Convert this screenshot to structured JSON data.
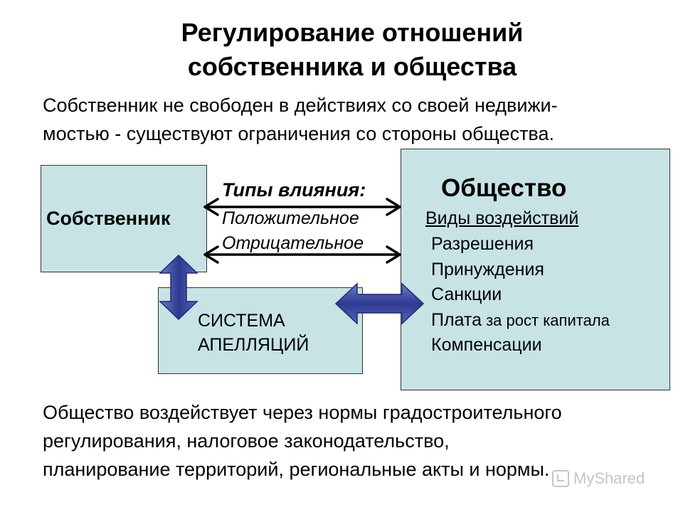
{
  "title": {
    "line1": "Регулирование  отношений",
    "line2": "собственника и общества"
  },
  "intro": {
    "line1": "Собственник не свободен в действиях со своей недвижи-",
    "line2": "мостью - существуют ограничения со стороны общества."
  },
  "owner_box": {
    "label": "Собственник"
  },
  "influence": {
    "title": "Типы влияния:",
    "items": [
      "Положительное",
      "Отрицательное"
    ]
  },
  "appeals_box": {
    "line1": "СИСТЕМА",
    "line2": "АПЕЛЛЯЦИЙ"
  },
  "society_box": {
    "title": "Общество",
    "subtitle": "Виды воздействий",
    "items": [
      "Разрешения",
      "Принуждения",
      "Санкции"
    ],
    "capital_prefix": "Плата",
    "capital_suffix": " за рост капитала",
    "last_item": "Компенсации"
  },
  "conclusion": {
    "line1": "Общество воздействует через нормы градостроительного",
    "line2": "регулирования,  налоговое  законодательство,",
    "line3": "планирование территорий, региональные акты и нормы."
  },
  "watermark": {
    "text": "MyShared"
  },
  "colors": {
    "box_fill": "#c7e3e4",
    "arrow_fill": "#2e3a8f",
    "arrow_edge": "#b5bde6"
  }
}
